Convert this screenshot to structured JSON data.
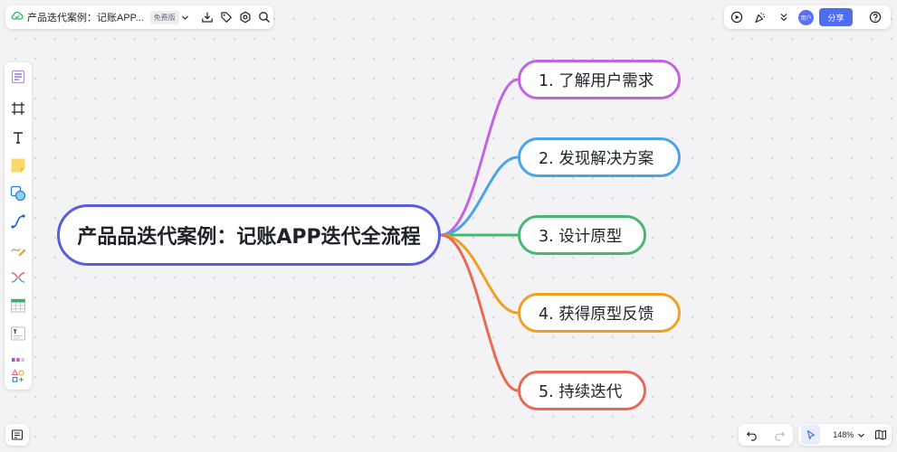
{
  "header": {
    "doc_title": "产品迭代案例：记账APP...",
    "badge": "免费版",
    "share_label": "分享",
    "avatar_label": "用户"
  },
  "mindmap": {
    "root": "产品品迭代案例：记账APP迭代全流程",
    "branches": [
      {
        "label": "1. 了解用户需求",
        "color": "#c263e0"
      },
      {
        "label": "2. 发现解决方案",
        "color": "#4ba3e8"
      },
      {
        "label": "3. 设计原型",
        "color": "#45b874"
      },
      {
        "label": "4. 获得原型反馈",
        "color": "#f0a020"
      },
      {
        "label": "5. 持续迭代",
        "color": "#e86a55"
      }
    ]
  },
  "zoom": {
    "level": "148%"
  },
  "colors": {
    "accent": "#4e6ef2",
    "root_border": "#5b5de0"
  }
}
